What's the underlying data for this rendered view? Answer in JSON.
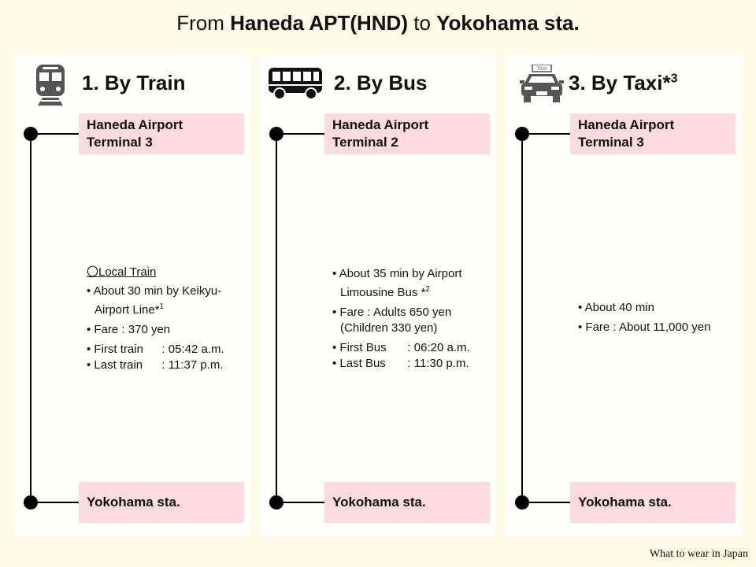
{
  "title": {
    "from": "From",
    "origin": "Haneda APT(HND)",
    "to": "to",
    "destination": "Yokohama sta."
  },
  "panels": [
    {
      "title": "1. By Train",
      "start": "Haneda Airport Terminal 3",
      "end": "Yokohama sta.",
      "heading": "〇Local Train",
      "items": [
        "About 30 min by Keikyu-Airport Line*",
        "Fare : 370 yen"
      ],
      "note_sup": "1",
      "times": [
        {
          "label": "First train",
          ":": "",
          "value": ": 05:42 a.m."
        },
        {
          "label": "Last train",
          "value": ": 11:37 p.m."
        }
      ]
    },
    {
      "title": "2. By Bus",
      "start": "Haneda Airport Terminal 2",
      "end": "Yokohama sta.",
      "items": [
        "About 35 min by Airport Limousine Bus *",
        "Fare : Adults 650 yen (Children 330 yen)"
      ],
      "note_sup": "2",
      "times": [
        {
          "label": "First Bus",
          "value": ": 06:20 a.m."
        },
        {
          "label": "Last Bus",
          "value": ": 11:30 p.m."
        }
      ]
    },
    {
      "title": "3. By Taxi*",
      "title_sup": "3",
      "start": "Haneda Airport Terminal 3",
      "end": "Yokohama sta.",
      "items": [
        "About 40 min",
        "Fare : About 11,000 yen"
      ],
      "taxi_sign": "TAXI"
    }
  ],
  "credit": "What to wear in Japan"
}
